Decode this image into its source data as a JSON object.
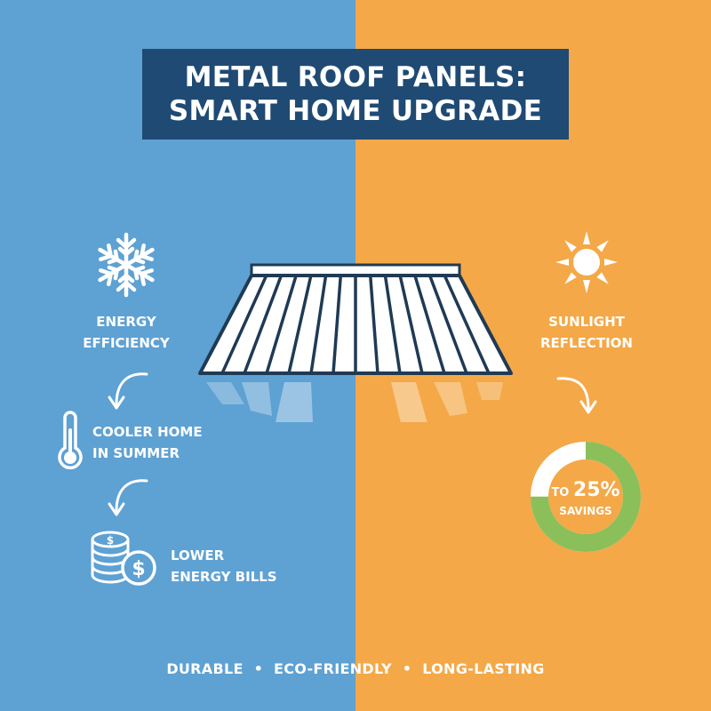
{
  "colors": {
    "left_bg": "#5ea1d3",
    "right_bg": "#f4a847",
    "title_bg": "#1f4a73",
    "donut_green": "#8bbf5a",
    "white": "#ffffff"
  },
  "title": {
    "line1": "METAL ROOF PANELS:",
    "line2": "SMART HOME UPGRADE"
  },
  "left": {
    "energy_efficiency": {
      "icon": "snowflake-icon",
      "line1": "ENERGY",
      "line2": "EFFICIENCY"
    },
    "cooler_home": {
      "icon": "thermometer-icon",
      "line1": "COOLER HOME",
      "line2": "IN SUMMER"
    },
    "lower_bills": {
      "icon": "coins-icon",
      "line1": "LOWER",
      "line2": "ENERGY BILLS"
    }
  },
  "right": {
    "sunlight": {
      "icon": "sun-icon",
      "line1": "SUNLIGHT",
      "line2": "REFLECTION"
    },
    "savings": {
      "icon": "donut-chart-icon",
      "prefix": "TO",
      "value": "25%",
      "label": "SAVINGS",
      "fraction": 0.75
    }
  },
  "center": {
    "icon": "metal-roof-icon"
  },
  "footer": {
    "items": [
      "DURABLE",
      "ECO-FRIENDLY",
      "LONG-LASTING"
    ],
    "separator": "•"
  }
}
